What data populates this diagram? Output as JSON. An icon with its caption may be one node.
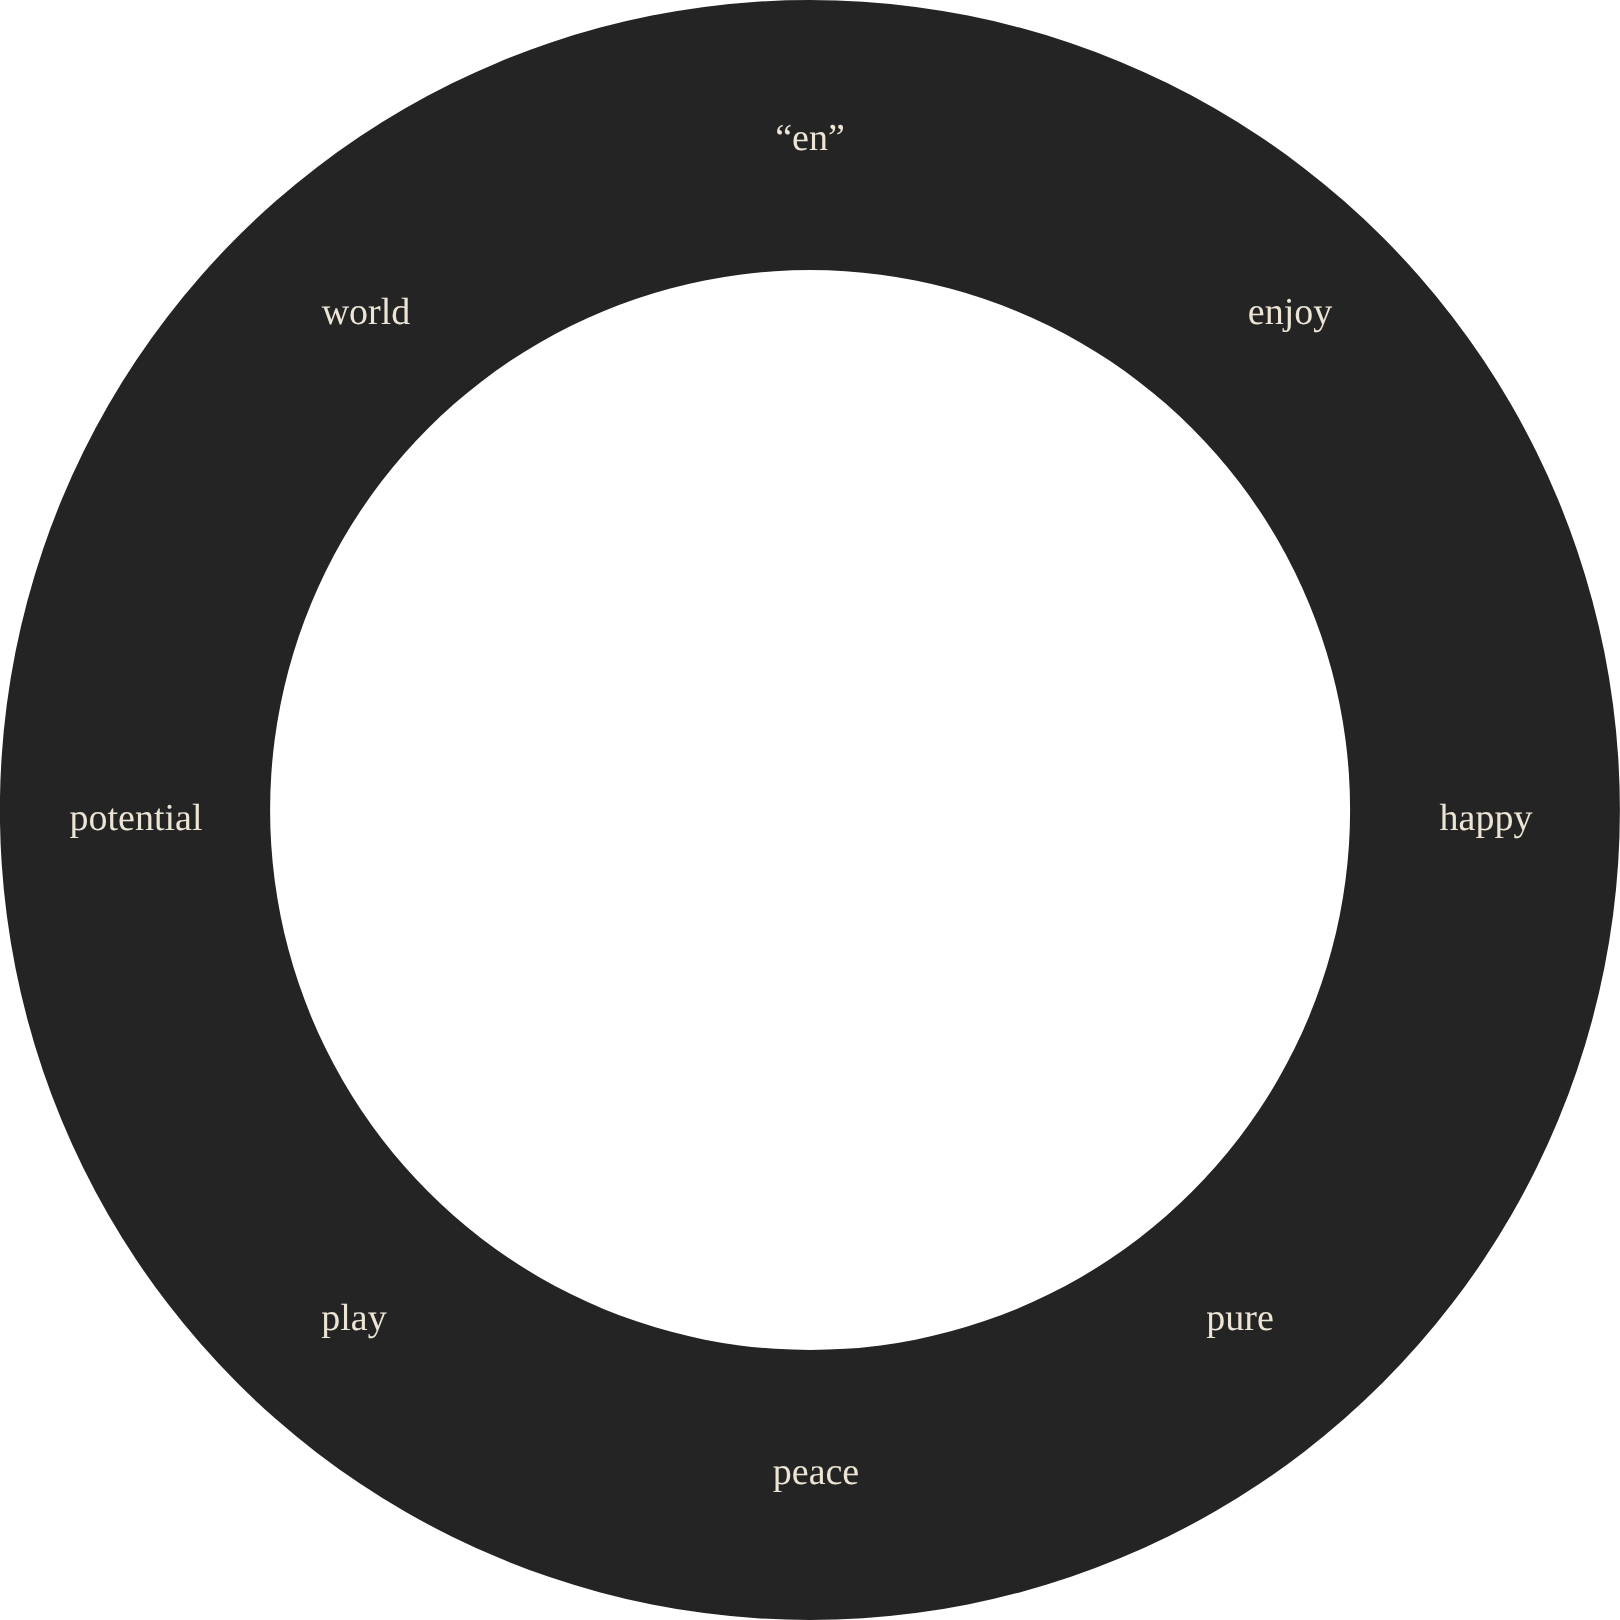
{
  "diagram": {
    "nodes": [
      {
        "text": [
          "“en”",
          "enjoy",
          "happy",
          "pure",
          "peace",
          "play",
          "potential",
          "world"
        ]
      }
    ]
  }
}
